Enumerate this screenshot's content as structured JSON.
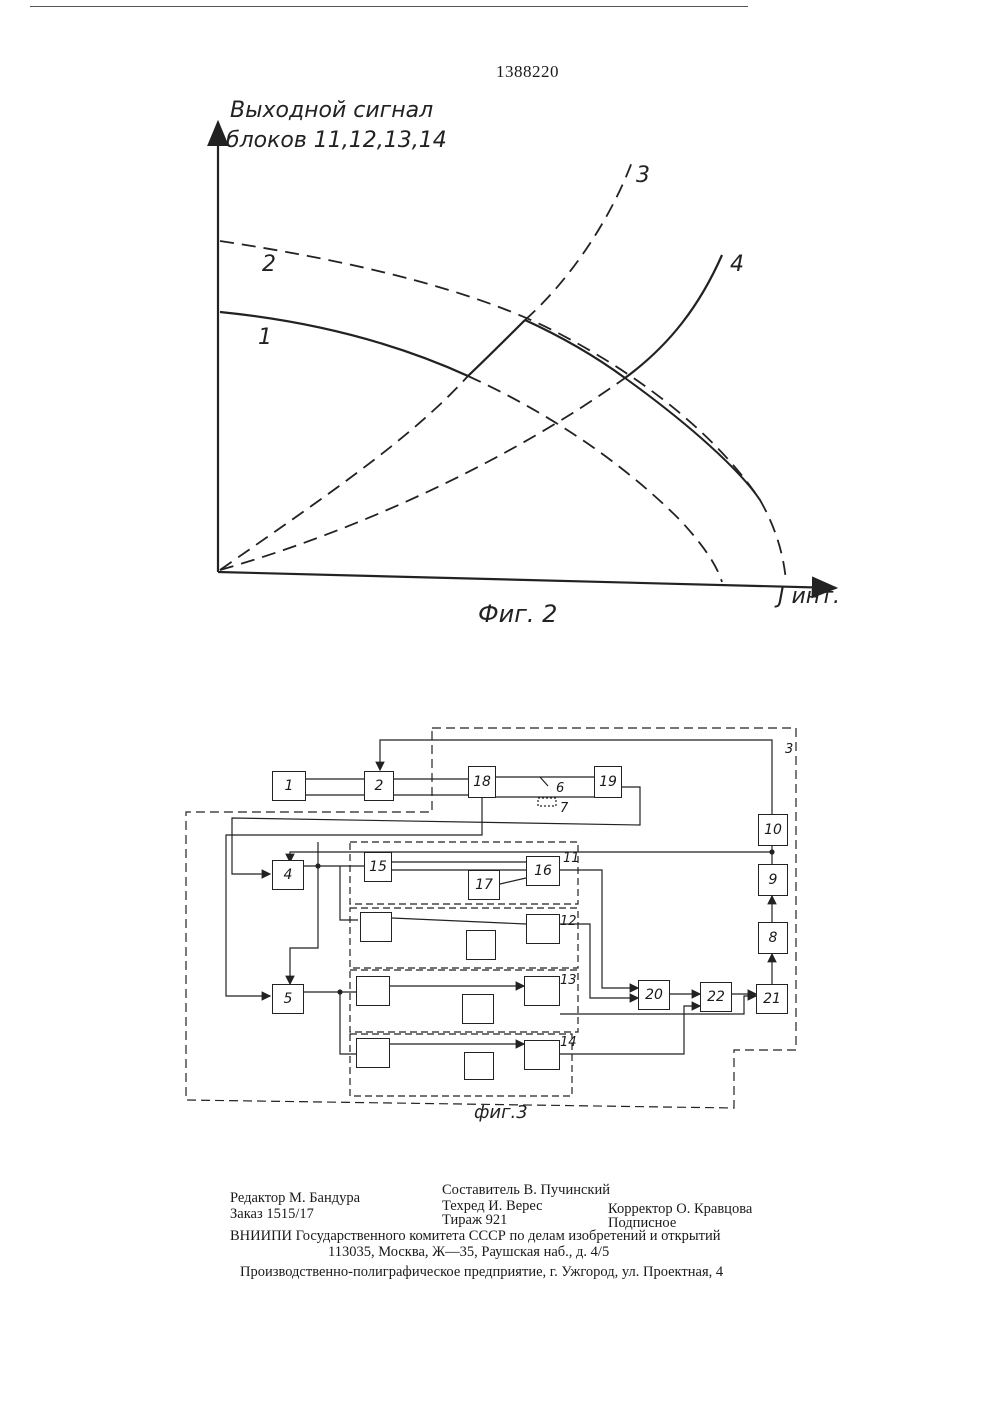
{
  "header": {
    "patent_number": "1388220"
  },
  "figure2": {
    "ylabel_line1": "Выходной сигнал",
    "ylabel_line2": "блоков 11,12,13,14",
    "xlabel": "J инт.",
    "caption": "Фиг. 2",
    "curve_labels": {
      "c1": "1",
      "c2": "2",
      "c3": "3",
      "c4": "4"
    }
  },
  "figure3": {
    "caption": "фиг.3",
    "blocks": {
      "b1": "1",
      "b2": "2",
      "b4": "4",
      "b5": "5",
      "b8": "8",
      "b9": "9",
      "b10": "10",
      "b15": "15",
      "b16": "16",
      "b17": "17",
      "b18": "18",
      "b19": "19",
      "b20": "20",
      "b21": "21",
      "b22": "22"
    },
    "labels": {
      "l3": "3",
      "l6": "6",
      "l7": "7",
      "l11": "11",
      "l12": "12",
      "l13": "13",
      "l14": "14"
    }
  },
  "imprint": {
    "editor": "Редактор М. Бандура",
    "order": "Заказ 1515/17",
    "compiler": "Составитель В. Пучинский",
    "techred": "Техред И. Верес",
    "circulation": "Тираж 921",
    "corrector": "Корректор О. Кравцова",
    "subscription": "Подписное",
    "org": "ВНИИПИ Государственного комитета СССР по делам изобретений и открытий",
    "address": "113035, Москва, Ж—35, Раушская наб., д. 4/5",
    "plant": "Производственно-полиграфическое предприятие, г. Ужгород, ул. Проектная, 4"
  }
}
